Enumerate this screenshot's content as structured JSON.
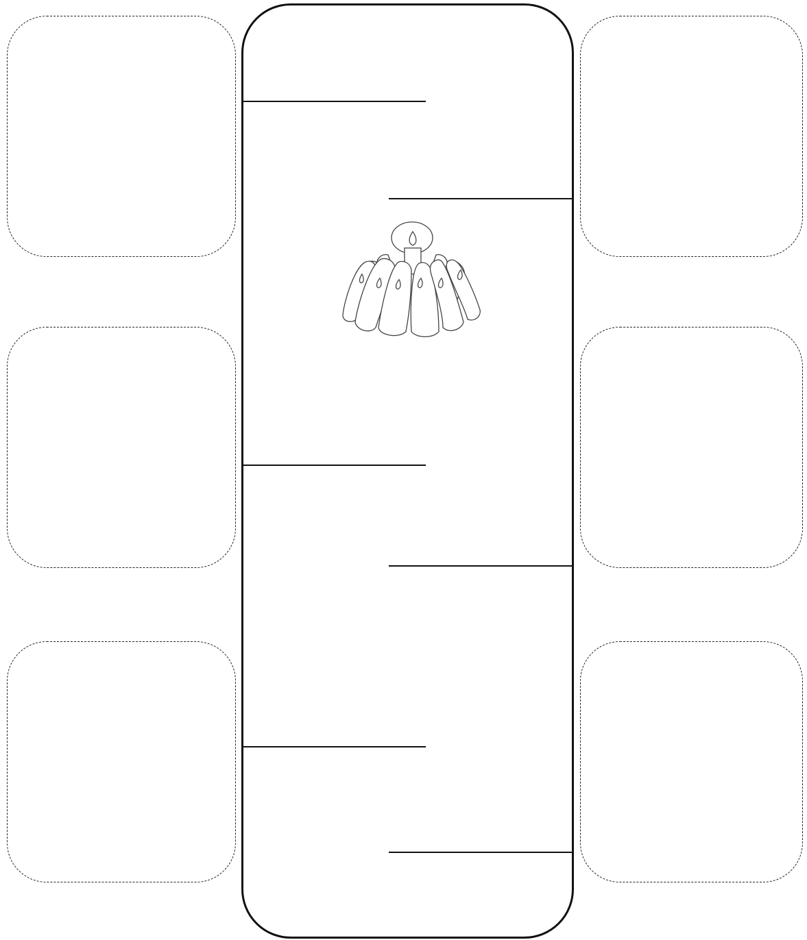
{
  "diagram": {
    "type": "timeline-worksheet",
    "left_boxes": [
      "",
      "",
      ""
    ],
    "right_boxes": [
      "",
      "",
      ""
    ],
    "left_connector_lines": 3,
    "right_connector_lines": 3,
    "center_illustration": "candle-wreath-icon",
    "colors": {
      "line": "#111111",
      "background": "#ffffff"
    }
  }
}
